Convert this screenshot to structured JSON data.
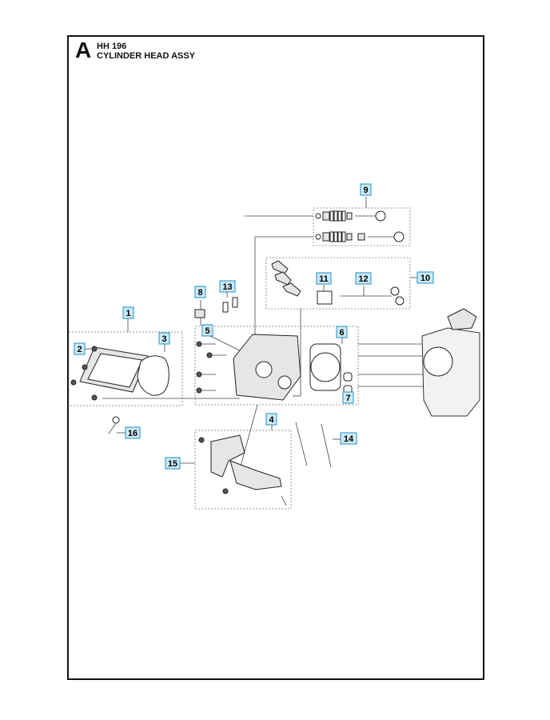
{
  "section": {
    "letter": "A",
    "model": "HH 196",
    "title": "CYLINDER HEAD ASSY"
  },
  "callouts": [
    "1",
    "2",
    "3",
    "4",
    "5",
    "6",
    "7",
    "8",
    "9",
    "10",
    "11",
    "12",
    "13",
    "14",
    "15",
    "16"
  ],
  "colors": {
    "callout_fill": "#cdeaf7",
    "callout_border": "#1e8fc9",
    "frame": "#111111"
  }
}
